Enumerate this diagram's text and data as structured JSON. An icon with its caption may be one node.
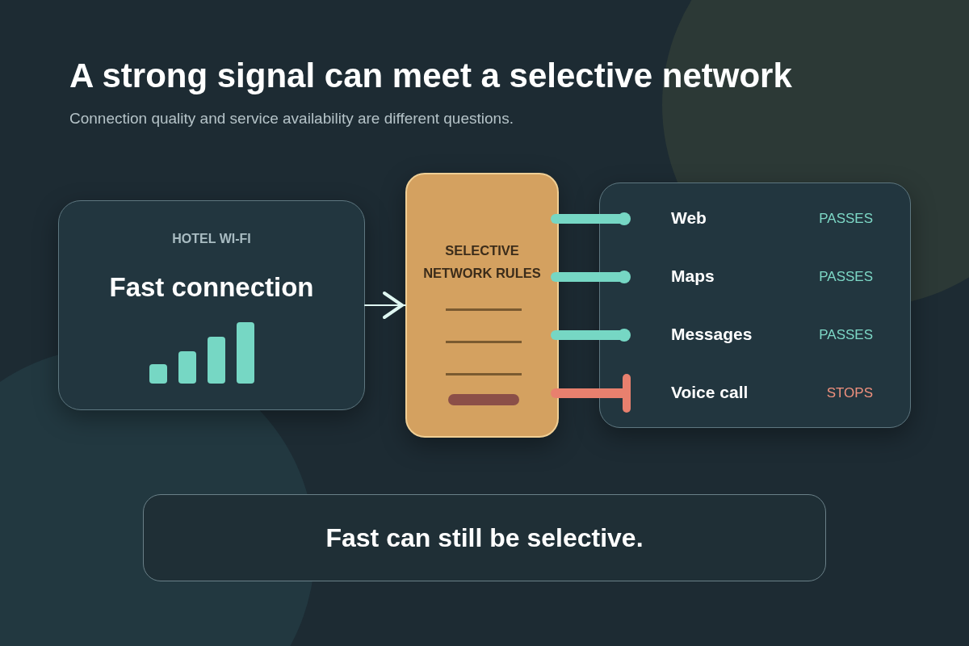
{
  "diagram": {
    "title": "A strong signal can meet a selective network",
    "nodes": [
      {
        "text": [
          "HOTEL WI-FI",
          "Fast connection"
        ]
      },
      {
        "text": [
          "SELECTIVE NETWORK RULES"
        ]
      },
      {
        "text": [],
        "shape": "box"
      },
      {
        "text": [
          "Web",
          "PASSES"
        ],
        "in": 2
      },
      {
        "text": [
          "Maps",
          "PASSES"
        ],
        "in": 2
      },
      {
        "text": [
          "Messages",
          "PASSES"
        ],
        "in": 2
      },
      {
        "text": [
          "Voice call",
          "STOPS"
        ],
        "in": 2
      },
      {
        "text": [
          "Fast can still be selective."
        ]
      }
    ],
    "edges": [
      {
        "from": 0,
        "to": 1,
        "arrow": "to",
        "color": "#dff7f2"
      },
      {
        "from": 1,
        "to": 3,
        "arrow": "other"
      },
      {
        "from": 1,
        "to": 4,
        "arrow": "other"
      },
      {
        "from": 1,
        "to": 5,
        "arrow": "other"
      },
      {
        "from": 1,
        "to": 6,
        "arrow": "other",
        "color": "#e8806e"
      }
    ],
    "labels": [
      "Connection quality and service availability are different questions."
    ]
  }
}
